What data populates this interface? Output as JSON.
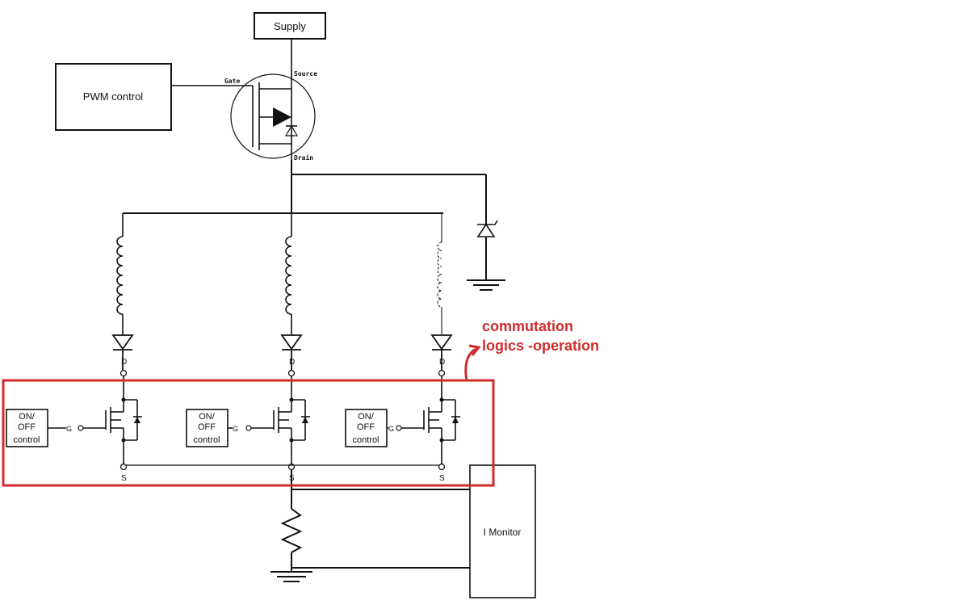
{
  "labels": {
    "supply": "Supply",
    "pwm_control": "PWM control",
    "gate": "Gate",
    "source": "Source",
    "drain": "Drain",
    "i_monitor": "I Monitor",
    "onoff_line1": "ON/",
    "onoff_line2": "OFF",
    "onoff_line3": "control",
    "pin_d": "D",
    "pin_g": "G",
    "pin_s": "S",
    "annotation_line1": "commutation",
    "annotation_line2": "logics -operation"
  },
  "colors": {
    "line": "#111111",
    "highlight": "#d22b2b"
  }
}
